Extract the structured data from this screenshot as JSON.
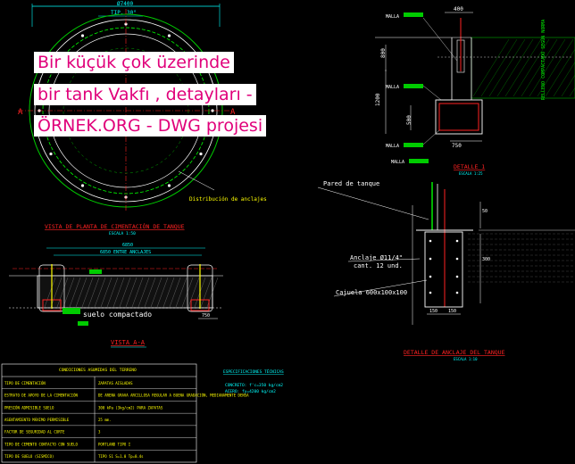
{
  "watermark": {
    "line1": "Bir küçük çok üzerinde",
    "line2": "bir tank Vakfı , detayları -",
    "line3": "ÖRNEK.ORG - DWG projesi"
  },
  "plan": {
    "top_dim": "Ø7400",
    "top_dim2": "TIP. 30°",
    "dist_label": "Distribución de anclajes",
    "title": "VISTA DE PLANTA DE CIMENTACIÓN DE TANQUE",
    "scale": "ESCALA 1:50"
  },
  "section": {
    "dim_total": "6850",
    "dim_anchor": "6850 ENTRE ANCLAJES",
    "soil_label": "suelo compactado",
    "dim_right": "750",
    "title": "VISTA A-A"
  },
  "detail1": {
    "dim_400": "400",
    "dim_800": "800",
    "dim_1200": "1200",
    "dim_500": "500",
    "dim_750": "750",
    "malla": "MALLA",
    "side_label": "RELLENO COMPACTADO SEGÚN NORMA",
    "title": "DETALLE 1",
    "scale": "ESCALA 1:25"
  },
  "anchor_detail": {
    "pared": "Pared de tanque",
    "anclaje1": "Anclaje Ø11/4\"",
    "anclaje2": "cant. 12 und.",
    "cajuela": "Cajuela 600x100x100",
    "dim_50": "50",
    "dim_300": "300",
    "dim_150a": "150",
    "dim_150b": "150",
    "title": "DETALLE DE ANCLAJE DEL TANQUE",
    "scale": "ESCALA 1:10"
  },
  "specs": {
    "title": "ESPECIFICACIONES TÉCNICAS",
    "line1": "CONCRETO:  f'c=350 kg/cm2",
    "line2": "ACERO:  fy=4200 kg/cm2"
  },
  "table": {
    "header": "CONDICIONES ASUMIDAS DEL TERRENO",
    "rows": [
      [
        "TIPO DE CIMENTACIÓN",
        "ZAPATAS AISLADAS"
      ],
      [
        "ESTRATO DE APOYO DE LA CIMENTACIÓN",
        "DE ARENA GRAVA ARCILLOSA REGULAR A BUENA GRADACIÓN, MEDIANAMENTE DENSA"
      ],
      [
        "PRESIÓN ADMISIBLE SUELO",
        "300 kPa (3kg/cm2) PARA ZAPATAS"
      ],
      [
        "ASENTAMIENTO MÁXIMO PERMISIBLE",
        "25 mm."
      ],
      [
        "FACTOR DE SEGURIDAD AL CORTE",
        "3"
      ],
      [
        "TIPO DE CEMENTO CONTACTO CON SUELO",
        "PORTLAND TIPO I"
      ],
      [
        "TIPO DE SUELO (SISMICO)",
        "TIPO S1     S=1.0     Tp=0.4s"
      ]
    ]
  }
}
